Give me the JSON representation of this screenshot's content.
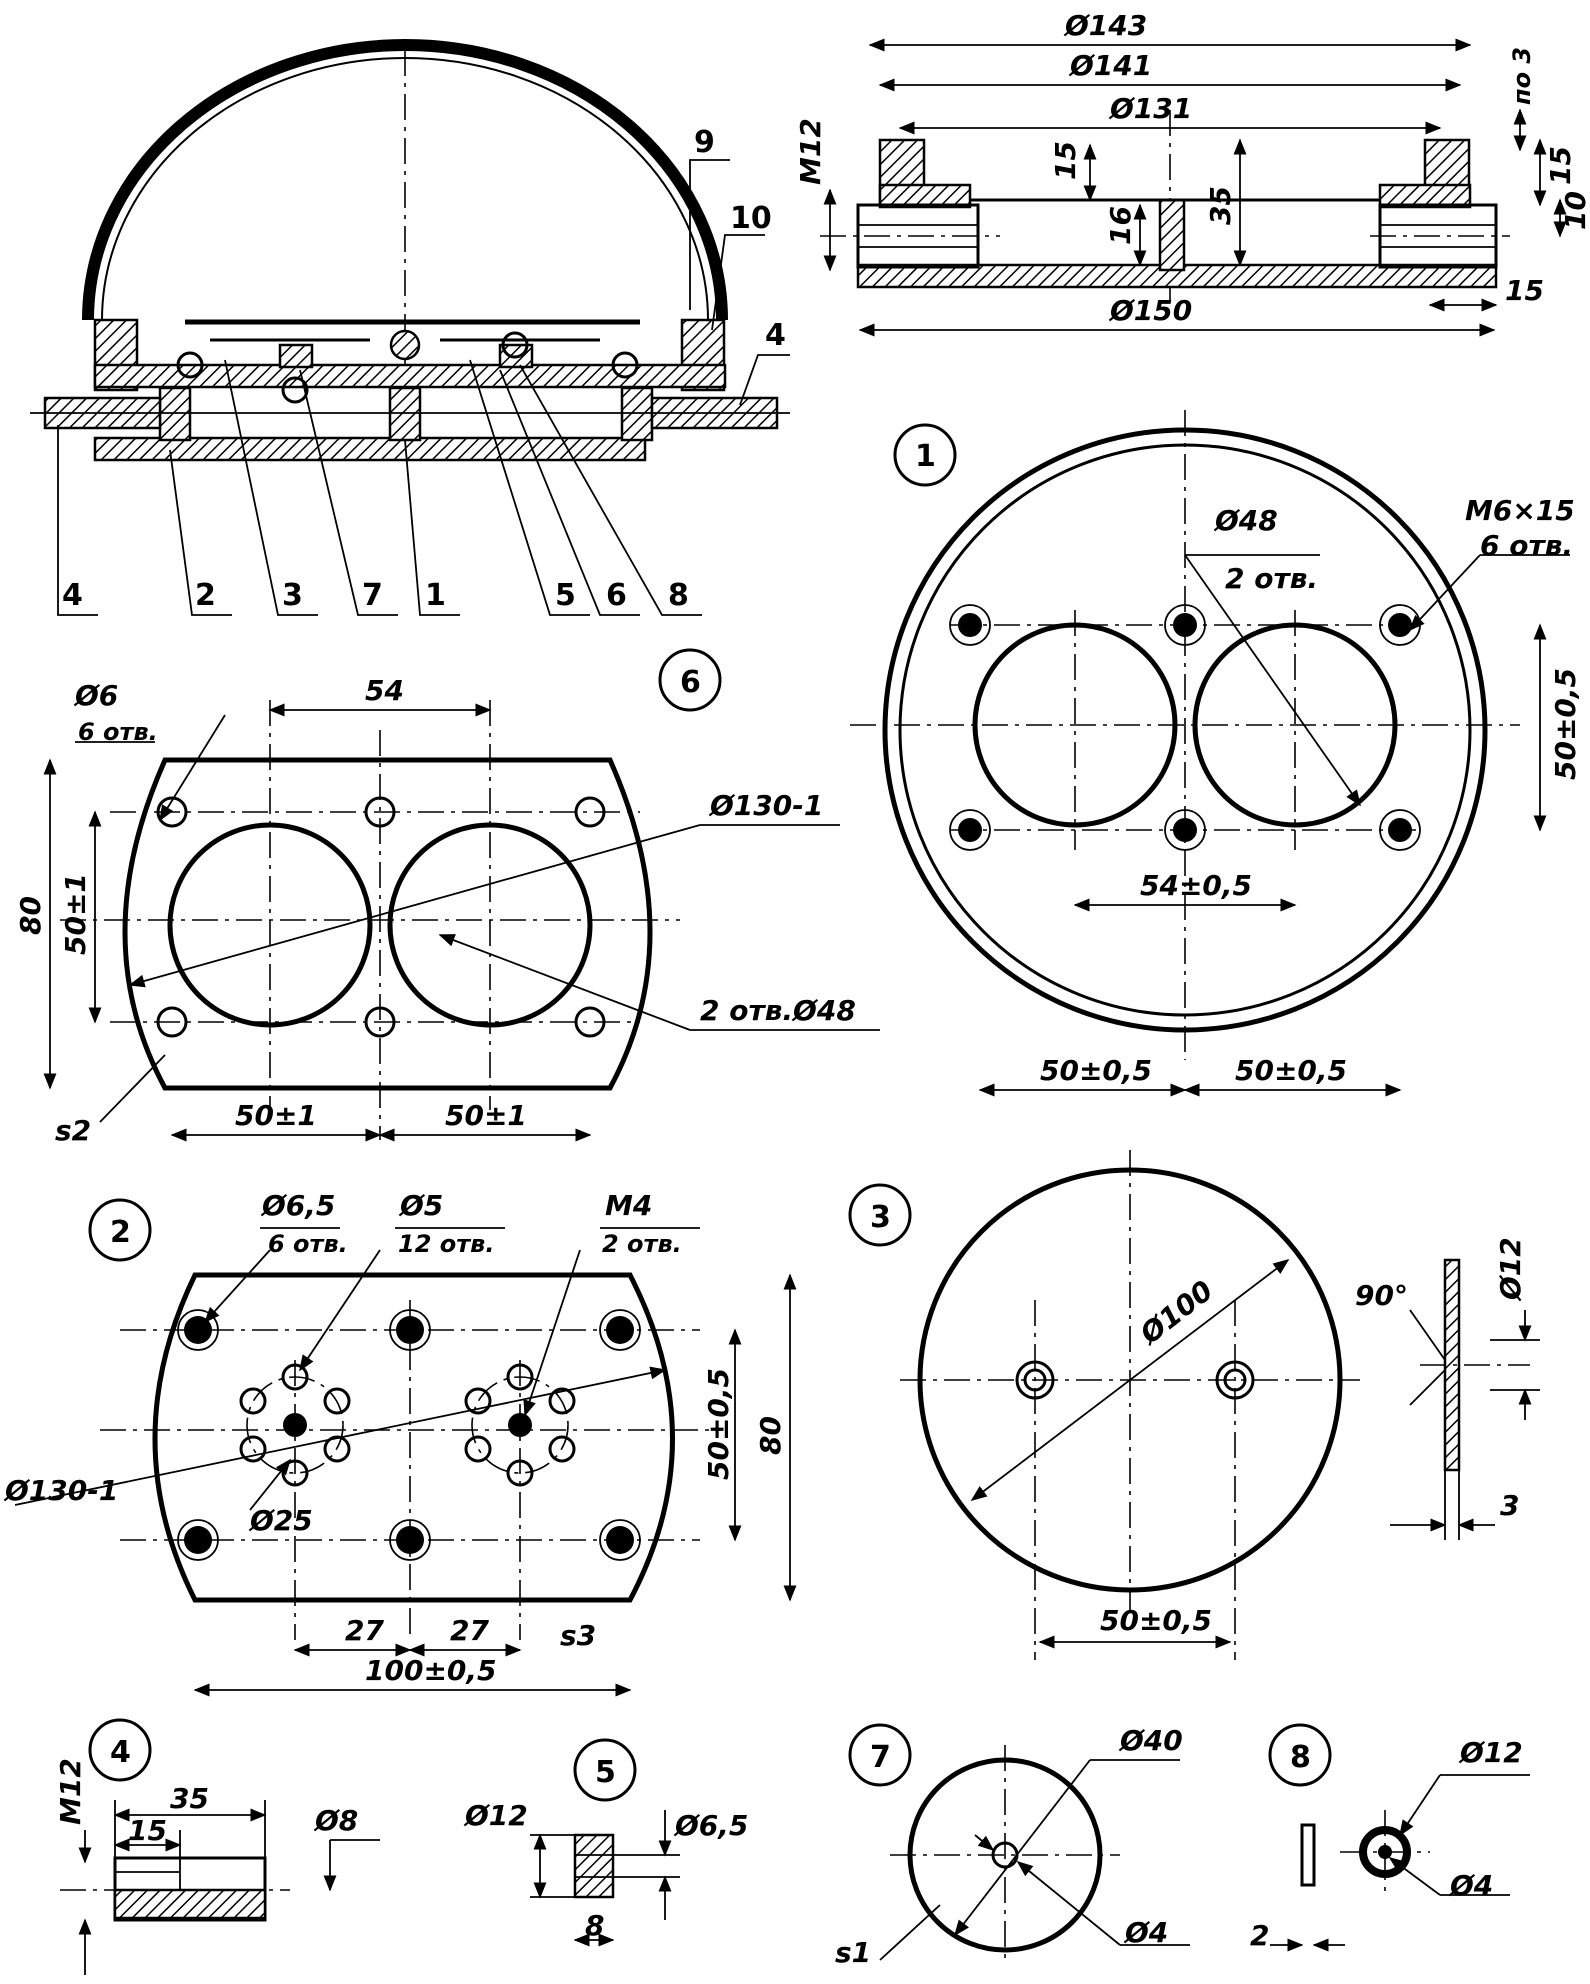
{
  "assembly": {
    "callouts": [
      "4",
      "2",
      "3",
      "7",
      "1",
      "5",
      "6",
      "8",
      "9",
      "10",
      "4"
    ]
  },
  "part1_section": {
    "d143": "Ø143",
    "d141": "Ø141",
    "d131": "Ø131",
    "d150": "Ø150",
    "h15a": "15",
    "h16": "16",
    "h35": "35",
    "m12": "M12",
    "po3": "по 3",
    "r15": "15",
    "r10": "10",
    "w15": "15"
  },
  "part1_plan": {
    "num": "1",
    "d48": "Ø48",
    "holes2": "2 отв.",
    "m6": "M6×15",
    "holes6": "6 отв.",
    "dim54": "54±0,5",
    "dim50v": "50±0,5",
    "dim50a": "50±0,5",
    "dim50b": "50±0,5"
  },
  "part6": {
    "num": "6",
    "d6": "Ø6",
    "holes6": "6 отв.",
    "dim54": "54",
    "d130": "Ø130-1",
    "dim80": "80",
    "dim50v": "50±1",
    "holes48": "2 отв.Ø48",
    "s2": "s2",
    "dim50a": "50±1",
    "dim50b": "50±1"
  },
  "part2": {
    "num": "2",
    "d65": "Ø6,5",
    "holes6": "6 отв.",
    "d5": "Ø5",
    "holes12": "12 отв.",
    "m4": "M4",
    "holes2": "2 отв.",
    "d130": "Ø130-1",
    "d25": "Ø25",
    "dim50v": "50±0,5",
    "dim80": "80",
    "dim27a": "27",
    "dim27b": "27",
    "dim100": "100±0,5",
    "s3": "s3"
  },
  "part3": {
    "num": "3",
    "d100": "Ø100",
    "angle": "90°",
    "d12": "Ø12",
    "t3": "3",
    "dim50": "50±0,5"
  },
  "part4": {
    "num": "4",
    "m12": "M12",
    "dim35": "35",
    "dim15": "15",
    "d8": "Ø8"
  },
  "part5": {
    "num": "5",
    "d12": "Ø12",
    "d65": "Ø6,5",
    "dim8": "8"
  },
  "part7": {
    "num": "7",
    "d40": "Ø40",
    "s1": "s1",
    "d4": "Ø4"
  },
  "part8": {
    "num": "8",
    "d12": "Ø12",
    "d4": "Ø4",
    "dim2": "2"
  }
}
